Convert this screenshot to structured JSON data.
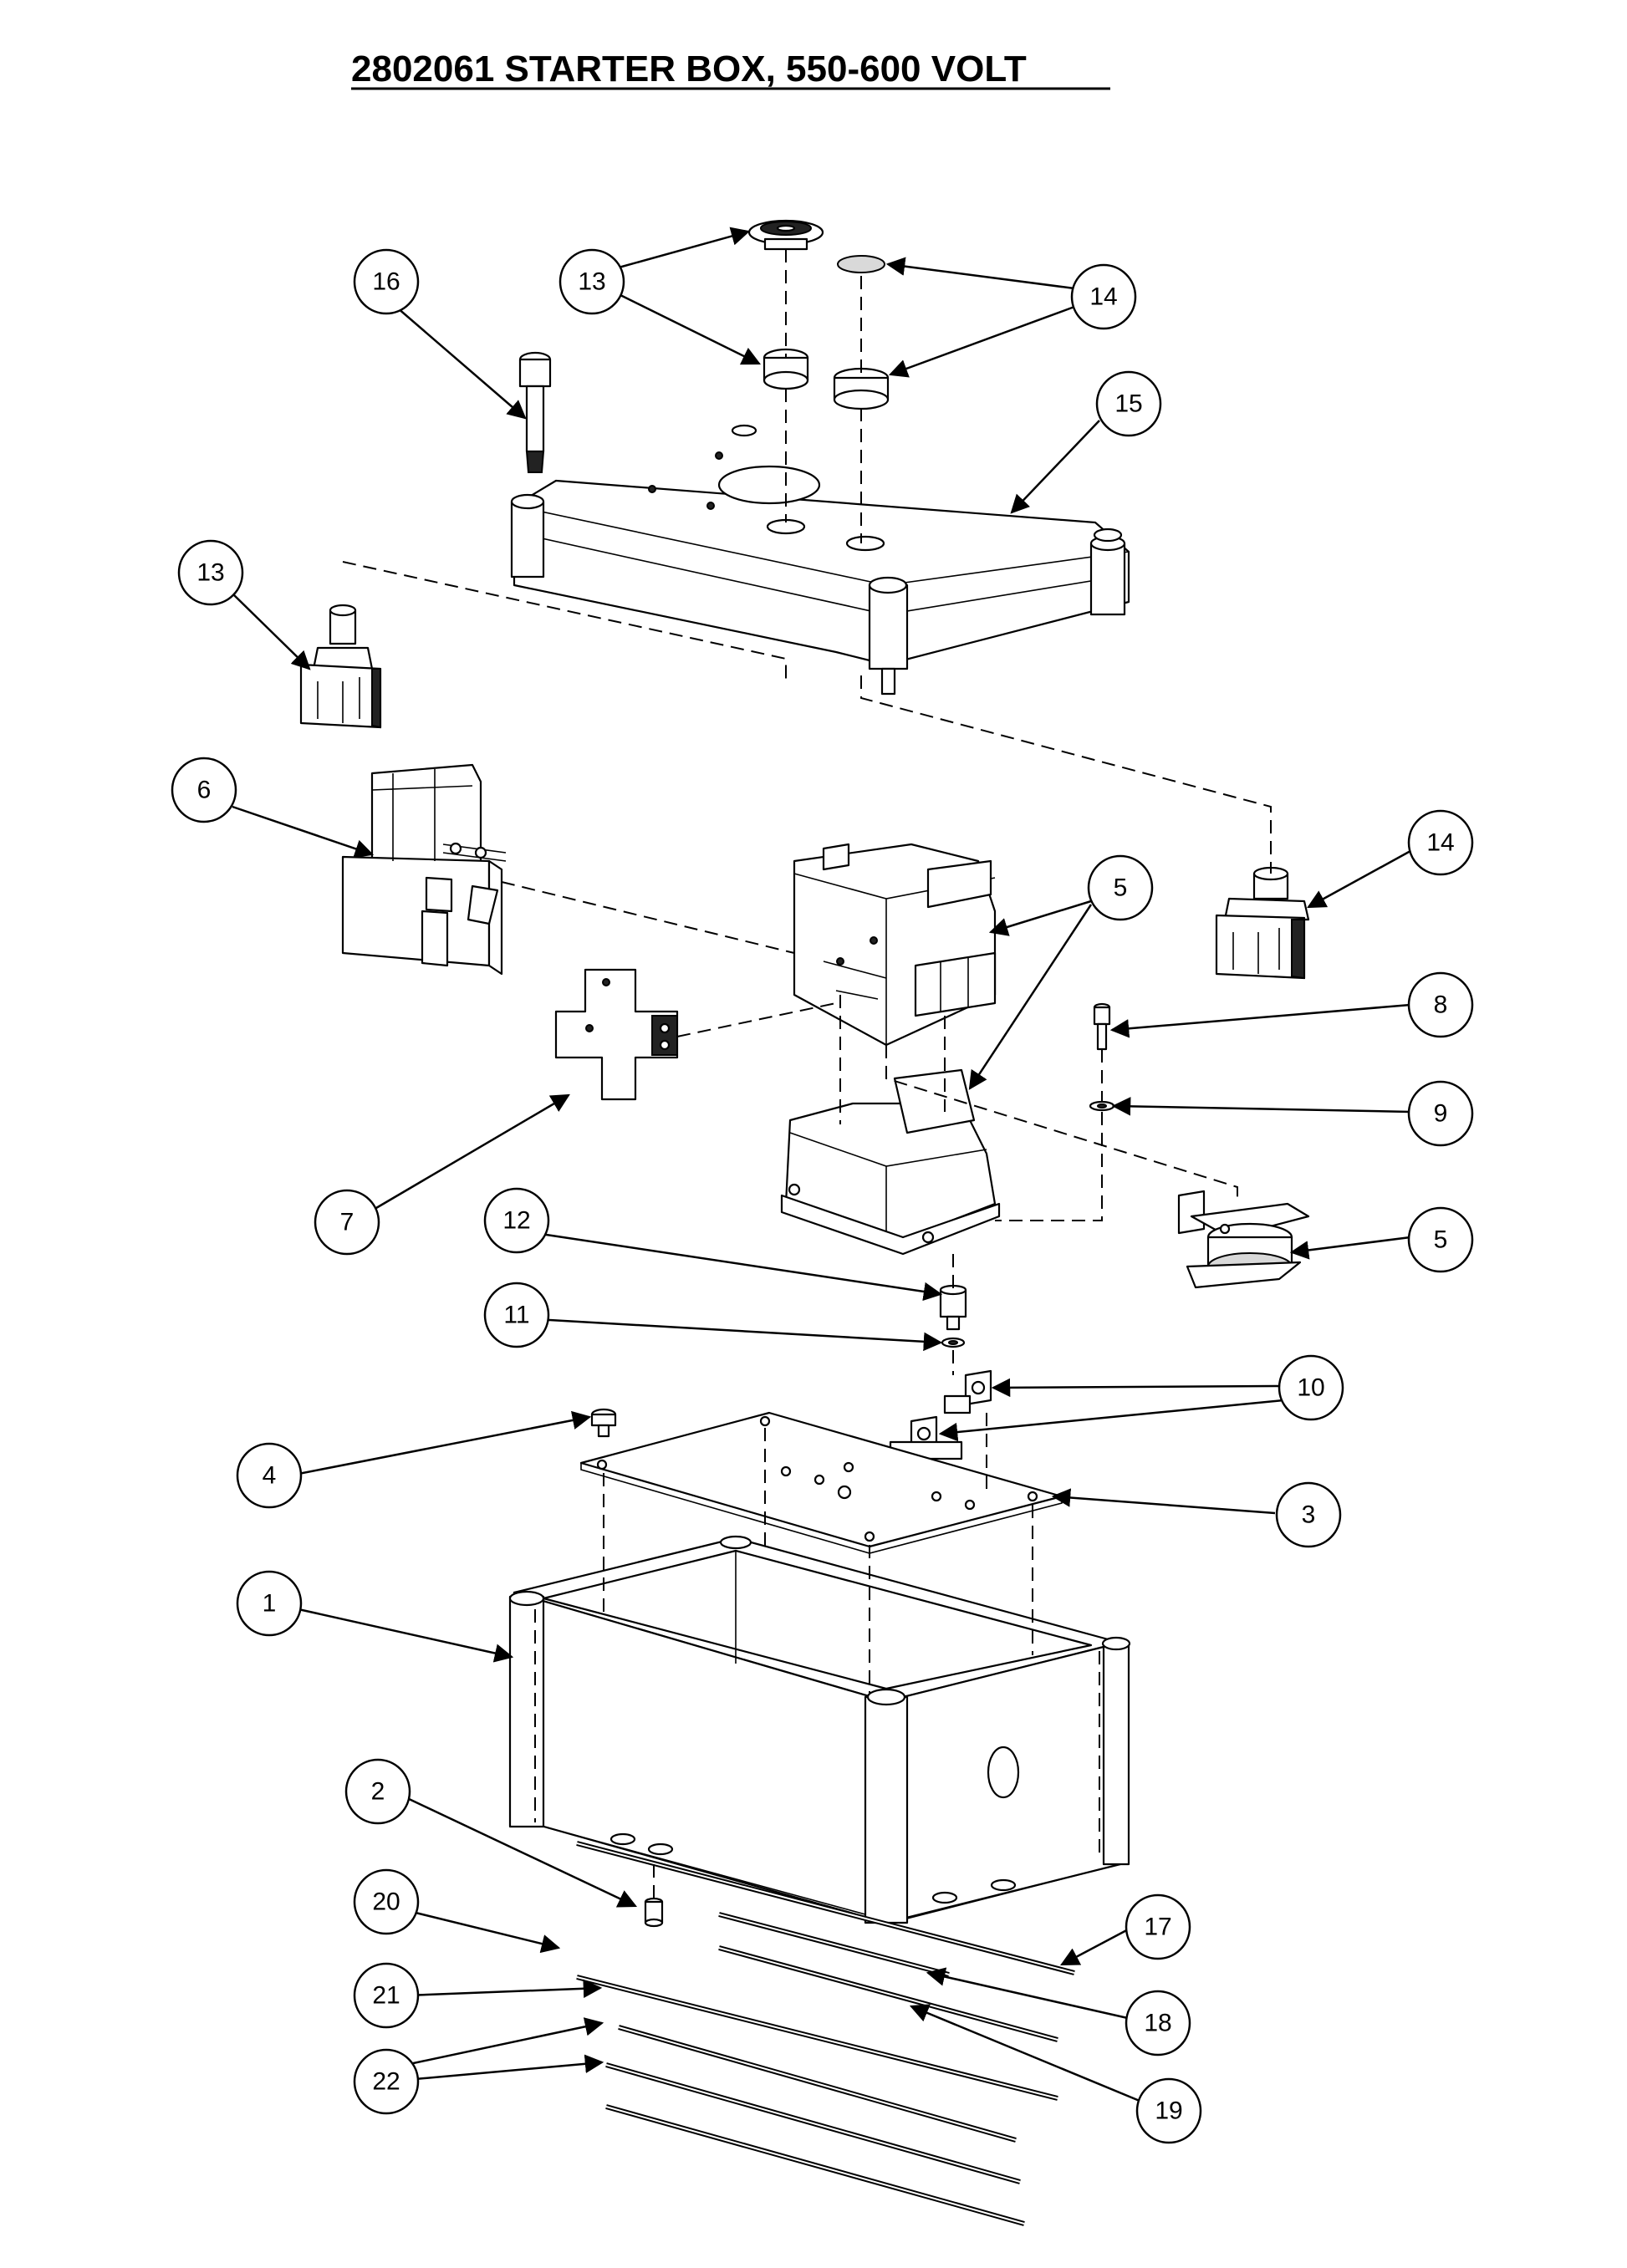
{
  "title": "2802061  STARTER BOX, 550-600 VOLT",
  "callouts": [
    "16",
    "13",
    "14",
    "15",
    "13",
    "6",
    "14",
    "5",
    "8",
    "9",
    "7",
    "5",
    "12",
    "11",
    "10",
    "4",
    "3",
    "1",
    "2",
    "20",
    "17",
    "18",
    "21",
    "19",
    "22"
  ]
}
